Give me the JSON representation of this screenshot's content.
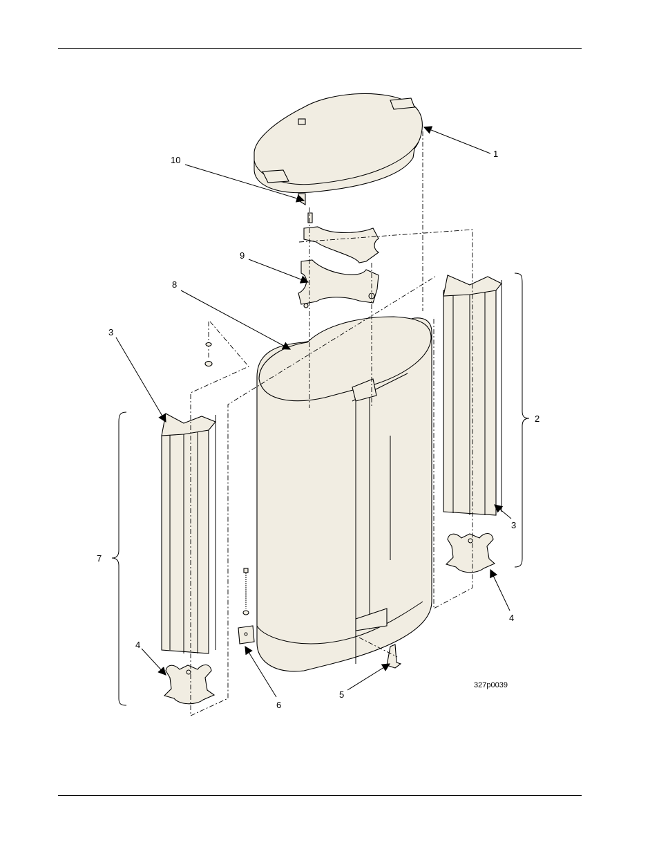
{
  "figure": {
    "id_label": "327p0039",
    "callouts": {
      "c1": "1",
      "c10": "10",
      "c9": "9",
      "c8": "8",
      "c3_left": "3",
      "c2": "2",
      "c3_right": "3",
      "c7": "7",
      "c4_right": "4",
      "c4_left": "4",
      "c6": "6",
      "c5": "5"
    }
  }
}
